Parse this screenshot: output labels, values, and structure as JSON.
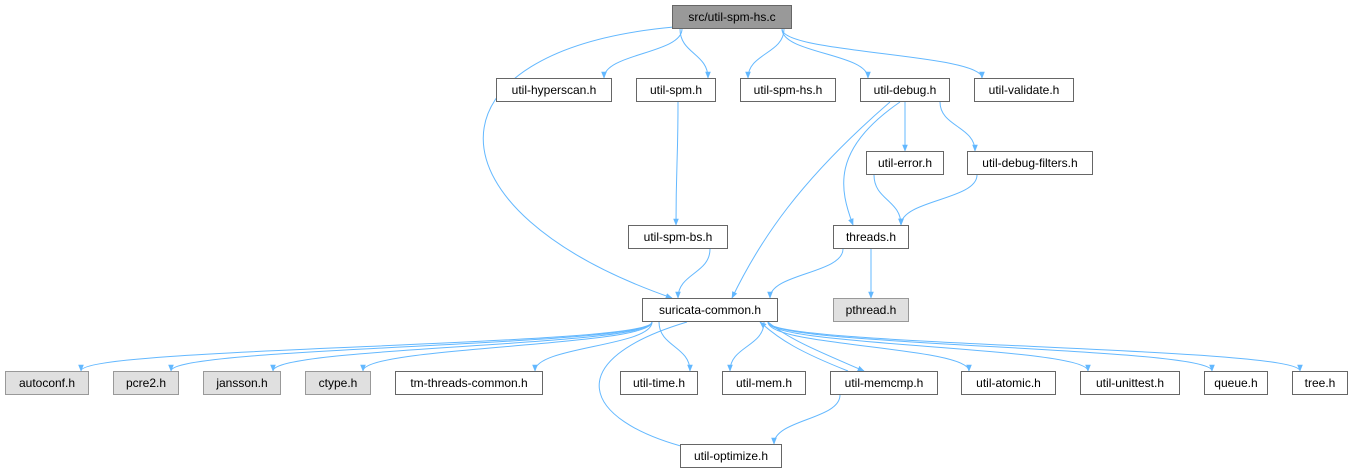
{
  "graph": {
    "title": "src/util-spm-hs.c",
    "edge_color": "#63b8ff",
    "nodes": [
      {
        "id": "root",
        "label": "src/util-spm-hs.c",
        "kind": "root"
      },
      {
        "id": "hyperscan",
        "label": "util-hyperscan.h",
        "kind": "file"
      },
      {
        "id": "spm",
        "label": "util-spm.h",
        "kind": "file"
      },
      {
        "id": "spmhs",
        "label": "util-spm-hs.h",
        "kind": "file"
      },
      {
        "id": "debug",
        "label": "util-debug.h",
        "kind": "file"
      },
      {
        "id": "validate",
        "label": "util-validate.h",
        "kind": "file"
      },
      {
        "id": "error",
        "label": "util-error.h",
        "kind": "file"
      },
      {
        "id": "debugfilters",
        "label": "util-debug-filters.h",
        "kind": "file"
      },
      {
        "id": "spmbs",
        "label": "util-spm-bs.h",
        "kind": "file"
      },
      {
        "id": "threads",
        "label": "threads.h",
        "kind": "file"
      },
      {
        "id": "common",
        "label": "suricata-common.h",
        "kind": "file"
      },
      {
        "id": "pthread",
        "label": "pthread.h",
        "kind": "external"
      },
      {
        "id": "autoconf",
        "label": "autoconf.h",
        "kind": "external"
      },
      {
        "id": "pcre2",
        "label": "pcre2.h",
        "kind": "external"
      },
      {
        "id": "jansson",
        "label": "jansson.h",
        "kind": "external"
      },
      {
        "id": "ctype",
        "label": "ctype.h",
        "kind": "external"
      },
      {
        "id": "tmthreads",
        "label": "tm-threads-common.h",
        "kind": "file"
      },
      {
        "id": "time",
        "label": "util-time.h",
        "kind": "file"
      },
      {
        "id": "mem",
        "label": "util-mem.h",
        "kind": "file"
      },
      {
        "id": "memcmp",
        "label": "util-memcmp.h",
        "kind": "file"
      },
      {
        "id": "atomic",
        "label": "util-atomic.h",
        "kind": "file"
      },
      {
        "id": "unittest",
        "label": "util-unittest.h",
        "kind": "file"
      },
      {
        "id": "queue",
        "label": "queue.h",
        "kind": "external_file"
      },
      {
        "id": "tree",
        "label": "tree.h",
        "kind": "file"
      },
      {
        "id": "optimize",
        "label": "util-optimize.h",
        "kind": "file"
      }
    ],
    "edges": [
      [
        "root",
        "common"
      ],
      [
        "root",
        "hyperscan"
      ],
      [
        "root",
        "spm"
      ],
      [
        "root",
        "spmhs"
      ],
      [
        "root",
        "debug"
      ],
      [
        "root",
        "validate"
      ],
      [
        "spm",
        "spmbs"
      ],
      [
        "spmbs",
        "common"
      ],
      [
        "debug",
        "common"
      ],
      [
        "debug",
        "threads"
      ],
      [
        "debug",
        "error"
      ],
      [
        "debug",
        "debugfilters"
      ],
      [
        "error",
        "threads"
      ],
      [
        "debugfilters",
        "threads"
      ],
      [
        "threads",
        "common"
      ],
      [
        "threads",
        "pthread"
      ],
      [
        "common",
        "autoconf"
      ],
      [
        "common",
        "pcre2"
      ],
      [
        "common",
        "jansson"
      ],
      [
        "common",
        "ctype"
      ],
      [
        "common",
        "tmthreads"
      ],
      [
        "common",
        "time"
      ],
      [
        "common",
        "mem"
      ],
      [
        "common",
        "memcmp"
      ],
      [
        "common",
        "atomic"
      ],
      [
        "common",
        "unittest"
      ],
      [
        "common",
        "queue"
      ],
      [
        "common",
        "tree"
      ],
      [
        "common",
        "optimize"
      ],
      [
        "memcmp",
        "common"
      ],
      [
        "memcmp",
        "optimize"
      ]
    ]
  }
}
